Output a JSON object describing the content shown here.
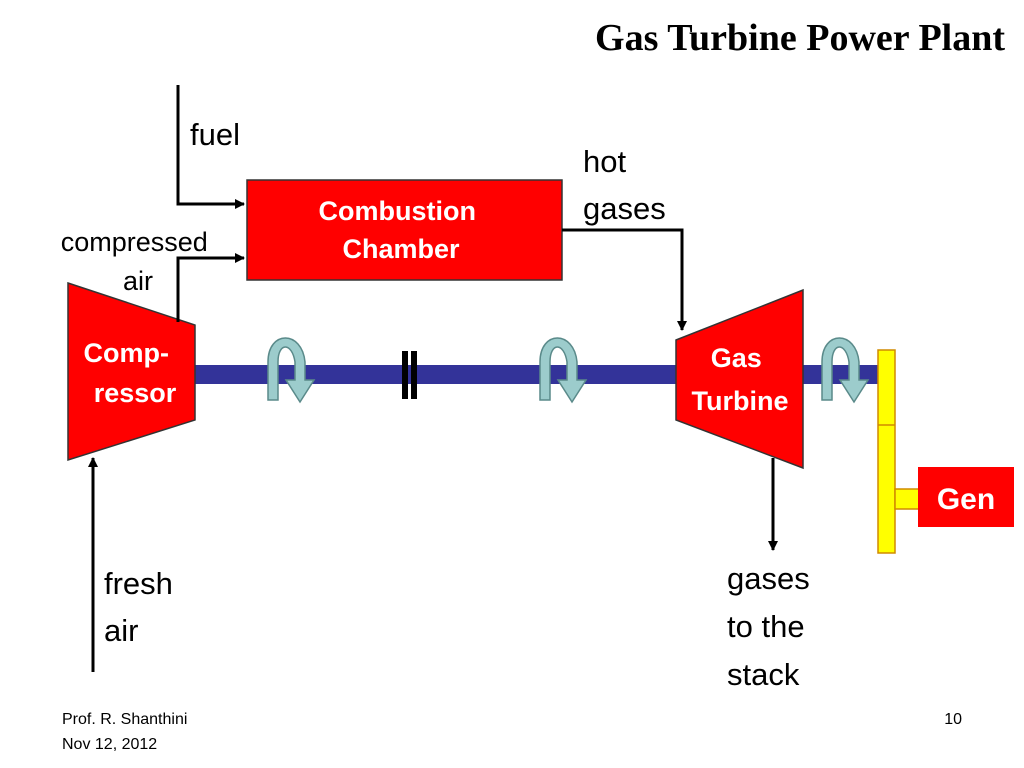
{
  "title": "Gas Turbine Power Plant",
  "components": {
    "combustion_chamber": [
      "Combustion",
      "Chamber"
    ],
    "compressor": [
      "Comp-",
      "ressor"
    ],
    "gas_turbine": [
      "Gas",
      "Turbine"
    ],
    "generator": "Gen"
  },
  "flows": {
    "fuel": "fuel",
    "compressed_air": [
      "compressed",
      "air"
    ],
    "hot_gases": [
      "hot",
      "gases"
    ],
    "fresh_air": [
      "fresh",
      "air"
    ],
    "exhaust": [
      "gases",
      "to the",
      "stack"
    ]
  },
  "footer": {
    "author": "Prof. R. Shanthini",
    "date": "Nov 12, 2012",
    "page": "10"
  },
  "colors": {
    "component_fill": "#ff0000",
    "shaft": "#333399",
    "generator_coupling": "#ffff00",
    "rotation_arrow": "#9ccccc"
  }
}
